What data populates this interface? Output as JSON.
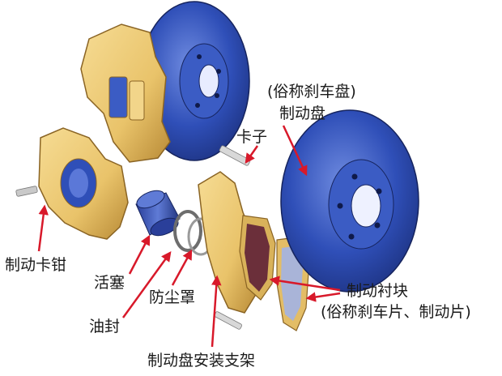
{
  "labels": {
    "disc_note": "(俗称刹车盘)",
    "disc": "制动盘",
    "clip": "卡子",
    "caliper": "制动卡钳",
    "piston": "活塞",
    "dust_boot": "防尘罩",
    "oil_seal": "油封",
    "pads": "制动衬块",
    "pads_note": "(俗称刹车片、制动片)",
    "bracket": "制动盘安装支架"
  },
  "colors": {
    "disc_blue": "#2f4fb8",
    "caliper_gold": "#e9c36a",
    "pad_dark": "#6b2f3a",
    "pad_backing": "#a9b4d8",
    "arrow_red": "#d8192a"
  }
}
